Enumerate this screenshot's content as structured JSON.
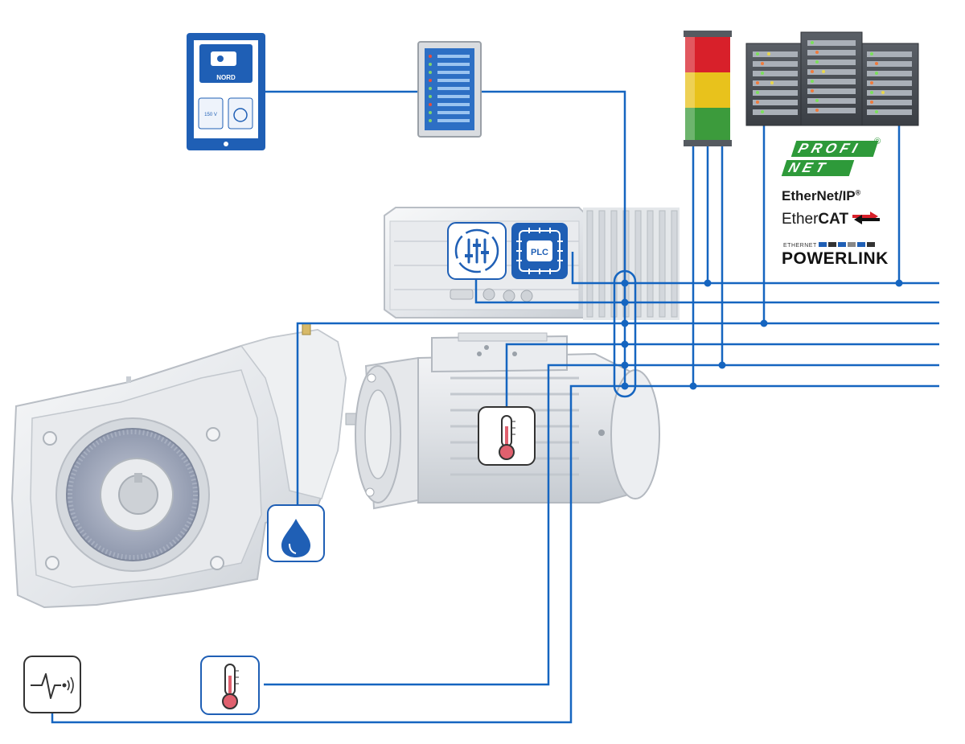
{
  "device_screen": {
    "brand": "NORD",
    "value": "150 V"
  },
  "plc_label": "PLC",
  "protocols": {
    "profinet_top": "PROFI",
    "profinet_bottom": "NET",
    "profinet_reg": "®",
    "ethernet_ip": "EtherNet/IP",
    "ethernet_ip_reg": "®",
    "ethercat_a": "Ether",
    "ethercat_b": "CAT",
    "powerlink_small": "ETHERNET",
    "powerlink": "POWERLINK"
  },
  "colors": {
    "line": "#1565c0",
    "accent_blue": "#1f5fb5",
    "signal_red": "#d8202a",
    "signal_yellow": "#e8c21c",
    "signal_green": "#3c9b3c",
    "profinet_green": "#2e9a3a",
    "thermo_red": "#e0606e",
    "metal": "#e3e6ea"
  },
  "icons": [
    "tablet-icon",
    "hmi-panel-icon",
    "signal-tower-icon",
    "server-rack-icon",
    "drive-settings-icon",
    "plc-chip-icon",
    "oil-drop-icon",
    "thermometer-icon",
    "vibration-sensor-icon"
  ]
}
